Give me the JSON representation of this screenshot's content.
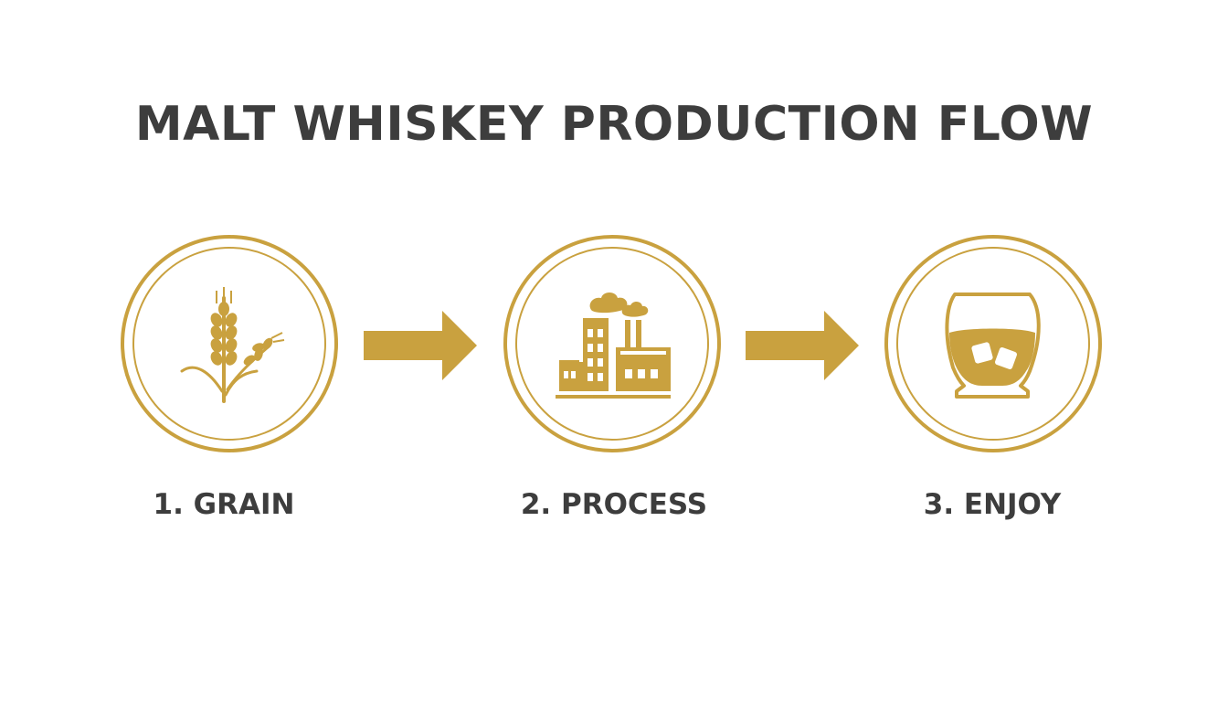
{
  "title": "MALT WHISKEY PRODUCTION FLOW",
  "colors": {
    "accent": "#c9a13f",
    "text": "#3d3d3d",
    "background": "#ffffff"
  },
  "steps": [
    {
      "label": "1. GRAIN",
      "icon": "wheat-icon"
    },
    {
      "label": "2. PROCESS",
      "icon": "factory-icon"
    },
    {
      "label": "3. ENJOY",
      "icon": "whiskey-glass-icon"
    }
  ],
  "connectors": [
    {
      "icon": "arrow-right-icon",
      "from": "1. GRAIN",
      "to": "2. PROCESS"
    },
    {
      "icon": "arrow-right-icon",
      "from": "2. PROCESS",
      "to": "3. ENJOY"
    }
  ]
}
